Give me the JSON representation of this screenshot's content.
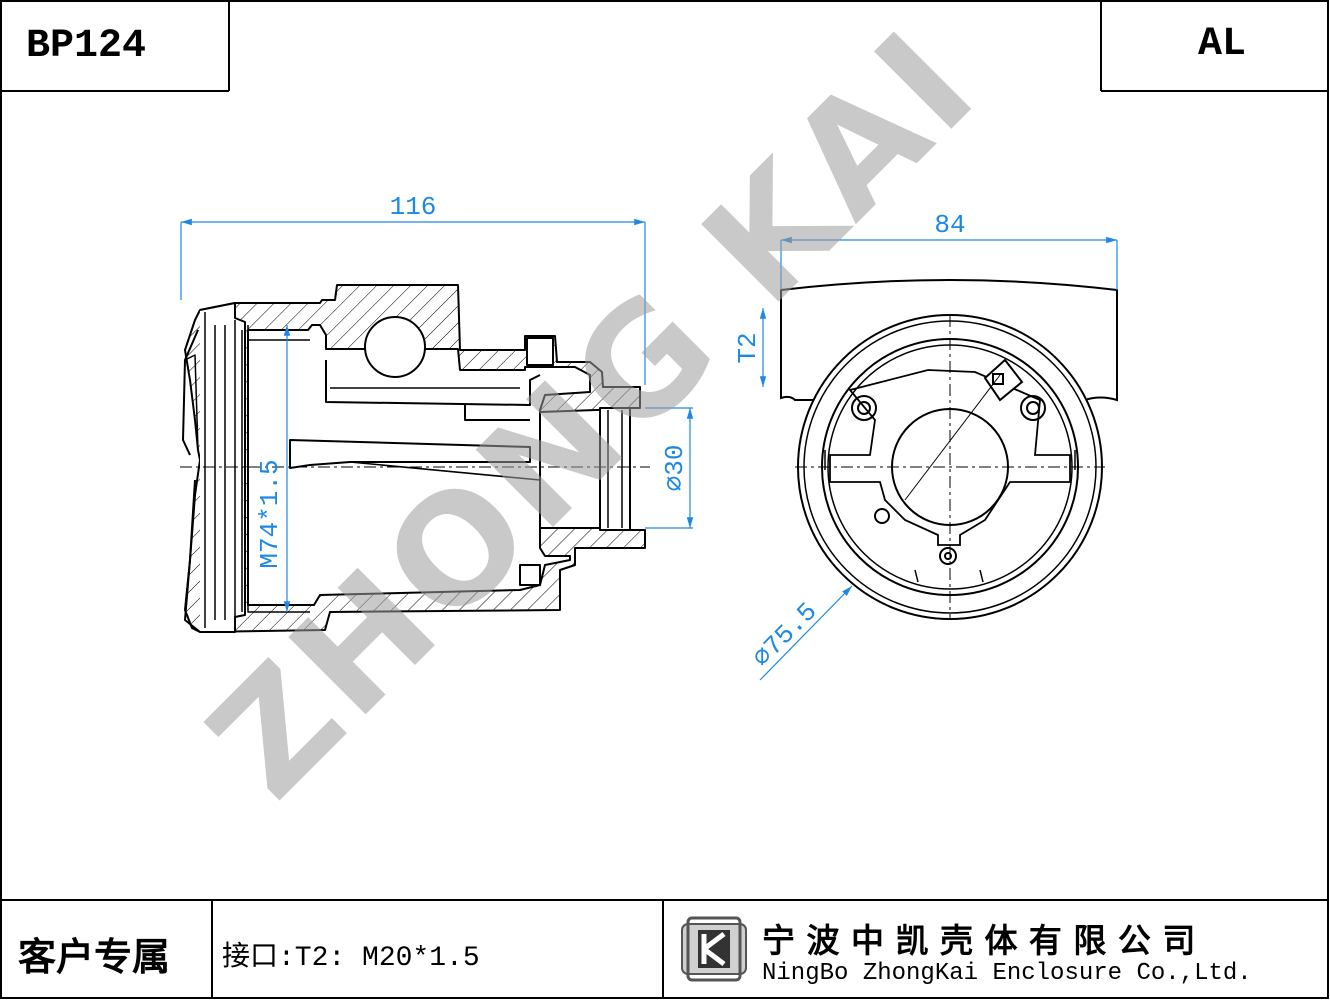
{
  "header": {
    "part_number": "BP124",
    "material": "AL"
  },
  "dimensions": {
    "overall_length": "116",
    "overall_width": "84",
    "inner_thread": "M74*1.5",
    "bore_diameter": "⌀30",
    "outer_diameter": "⌀75.5",
    "port_label": "T2"
  },
  "watermark": "ZHONG KAI",
  "footer": {
    "customer_label": "客户专属",
    "interface_spec": "接口:T2: M20*1.5",
    "company_cn": "宁 波 中 凯 壳 体 有 限 公 司",
    "company_en": "NingBo ZhongKai Enclosure Co.,Ltd."
  },
  "colors": {
    "line": "#000000",
    "dimension": "#1e88e5",
    "watermark": "#9e9e9e"
  }
}
